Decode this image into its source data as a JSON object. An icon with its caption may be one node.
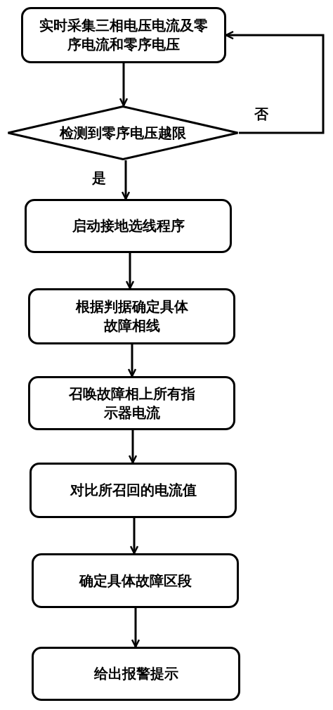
{
  "diagram": {
    "nodes": [
      {
        "text": [
          "实时采集三相电压电流及零序电流和零序电压"
        ]
      },
      {
        "text": [
          "检测到零序电压越限"
        ]
      },
      {
        "text": [
          "启动接地选线程序"
        ]
      },
      {
        "text": [
          "根据判据确定具体故障相线"
        ]
      },
      {
        "text": [
          "召唤故障相上所有指示器电流"
        ]
      },
      {
        "text": [
          "对比所召回的电流值"
        ]
      },
      {
        "text": [
          "确定具体故障区段"
        ]
      },
      {
        "text": [
          "给出报警提示"
        ]
      }
    ],
    "edges": [
      {
        "from": 0,
        "to": 1,
        "arrow": "to"
      },
      {
        "from": 1,
        "to": 2,
        "arrow": "to",
        "label": "是"
      },
      {
        "from": 1,
        "to": 0,
        "arrow": "to",
        "label": "否"
      },
      {
        "from": 2,
        "to": 3,
        "arrow": "to"
      },
      {
        "from": 3,
        "to": 4,
        "arrow": "to"
      },
      {
        "from": 4,
        "to": 5,
        "arrow": "to"
      },
      {
        "from": 5,
        "to": 6,
        "arrow": "to"
      },
      {
        "from": 6,
        "to": 7,
        "arrow": "to"
      }
    ]
  }
}
